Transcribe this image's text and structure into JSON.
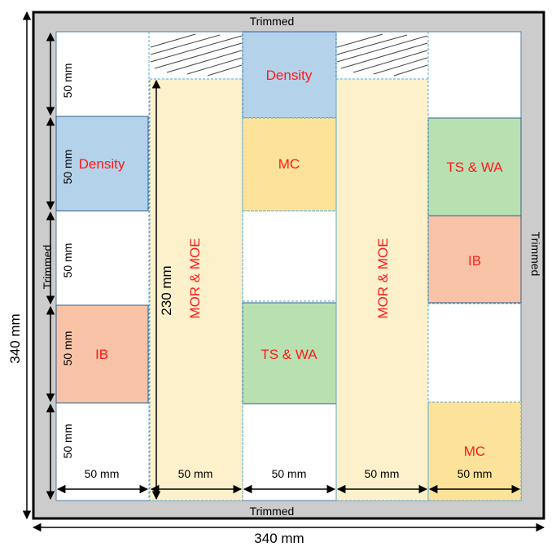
{
  "board": {
    "total_width_label": "340 mm",
    "total_height_label": "340 mm",
    "trim_top": "Trimmed",
    "trim_bottom": "Trimmed",
    "trim_left": "Trimmed",
    "trim_right": "Trimmed"
  },
  "specimens": {
    "col1_density": "Density",
    "col1_ib": "IB",
    "col2_mor_moe": "MOR & MOE",
    "col3_density": "Density",
    "col3_mc": "MC",
    "col3_ts_wa": "TS & WA",
    "col4_mor_moe": "MOR & MOE",
    "col5_ts_wa": "TS & WA",
    "col5_ib": "IB",
    "col5_mc": "MC"
  },
  "dimensions": {
    "row_height_1": "50 mm",
    "row_height_2": "50 mm",
    "row_height_3": "50 mm",
    "row_height_4": "50 mm",
    "row_height_5": "50 mm",
    "col_width_1": "50 mm",
    "col_width_2": "50 mm",
    "col_width_3": "50 mm",
    "col_width_4": "50 mm",
    "col_width_5": "50 mm",
    "mor_length": "230 mm"
  },
  "colors": {
    "density": "#b4d2ea",
    "mc": "#fde39a",
    "ts_wa": "#b9e0b1",
    "ib": "#f8c3a6",
    "mor_moe": "#fdf1cc",
    "trim": "#cccccc",
    "label_red": "#ff1a1a"
  }
}
